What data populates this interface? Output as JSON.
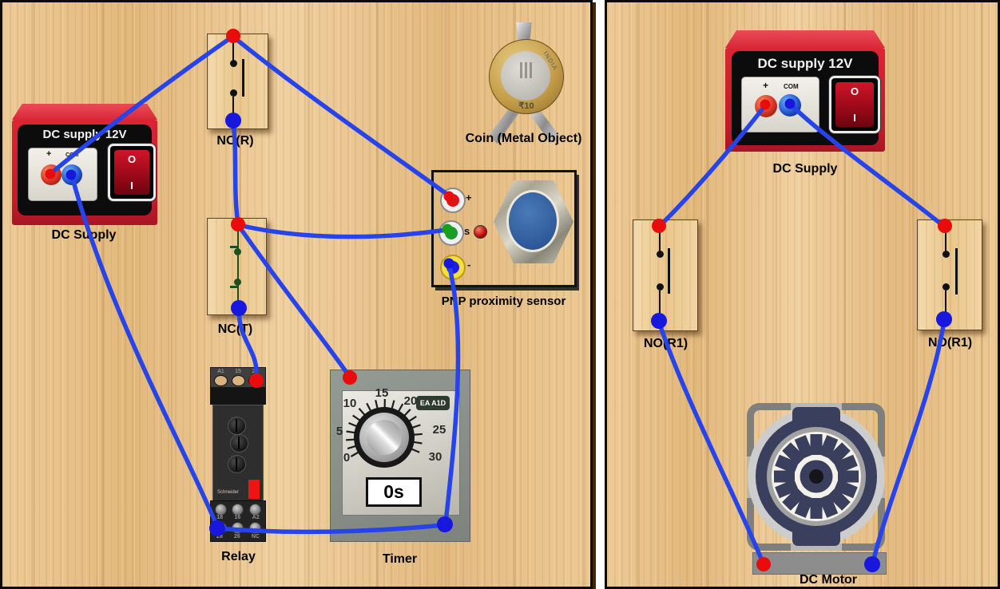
{
  "colors": {
    "wire": "#2644ea",
    "dot_red": "#e80c0c",
    "dot_blue": "#1717dd",
    "dot_green": "#18a018",
    "wood": "#e9c48e",
    "supply_red": "#d5202f",
    "motor_navy": "#3a3f5d",
    "timer_body": "#8b908b"
  },
  "left_panel": {
    "dc_supply": {
      "title": "DC supply 12V",
      "plus_label": "+",
      "com_label": "COM",
      "switch_off": "O",
      "switch_on": "I",
      "label": "DC Supply"
    },
    "no_r": {
      "label": "NO(R)"
    },
    "nc_t": {
      "label": "NC(T)"
    },
    "coin": {
      "label": "Coin (Metal Object)",
      "country": "INDIA",
      "value": "₹10"
    },
    "sensor": {
      "label": "PNP proximity sensor",
      "plus": "+",
      "signal": "s",
      "minus": "-"
    },
    "relay": {
      "label": "Relay",
      "brand": "Schneider",
      "top_terminals": [
        "A1",
        "15",
        "25"
      ],
      "row1": [
        "18",
        "16",
        "A2"
      ],
      "row2": [
        "28",
        "26",
        "NC"
      ]
    },
    "timer": {
      "label": "Timer",
      "badge": "EA A1D",
      "display": "0s",
      "dial": [
        "0",
        "5",
        "10",
        "15",
        "20",
        "25",
        "30"
      ]
    }
  },
  "right_panel": {
    "dc_supply": {
      "title": "DC supply 12V",
      "plus_label": "+",
      "com_label": "COM",
      "switch_off": "O",
      "switch_on": "I",
      "label": "DC Supply"
    },
    "no_r1_left": {
      "label": "NO(R1)"
    },
    "no_r1_right": {
      "label": "NO(R1)"
    },
    "dc_motor": {
      "label": "DC Motor"
    }
  }
}
